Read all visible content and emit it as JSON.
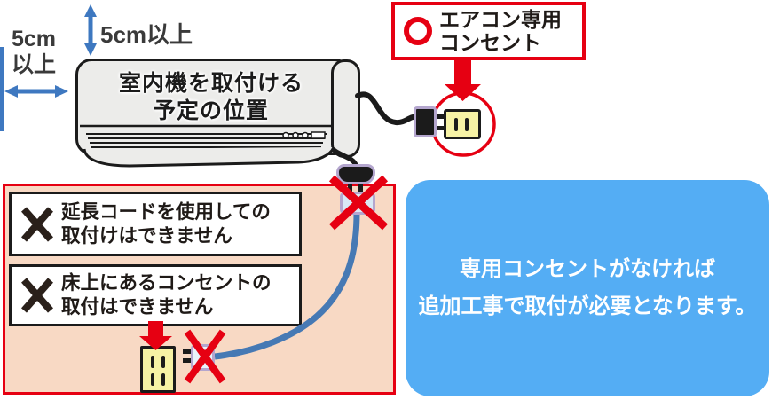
{
  "clearance": {
    "side": {
      "line1": "5cm",
      "line2": "以上"
    },
    "top": {
      "label": "5cm以上"
    }
  },
  "indoor_unit": {
    "label_line1": "室内機を取付ける",
    "label_line2": "予定の位置"
  },
  "callout": {
    "line1": "エアコン専用",
    "line2": "コンセント"
  },
  "prohibition_panel": {
    "items": [
      {
        "line1": "延長コードを使用しての",
        "line2": "取付けはできません"
      },
      {
        "line1": "床上にあるコンセントの",
        "line2": "取付はできません"
      }
    ]
  },
  "notice": {
    "line1": "専用コンセントがなければ",
    "line2": "追加工事で取付が必要となります。"
  },
  "colors": {
    "accent_red": "#e60012",
    "arrow_blue": "#3e78c0",
    "panel_pink_bg": "#f8d9c4",
    "notice_blue_bg": "#54adf4",
    "notice_text": "#ffffff",
    "outlet_yellow": "#f6f2a5",
    "plug_outline_purple": "#b4a6ce",
    "cable_blue": "#4679b4",
    "unit_gray": "#ececea",
    "x_mark_dark": "#2a201a"
  }
}
